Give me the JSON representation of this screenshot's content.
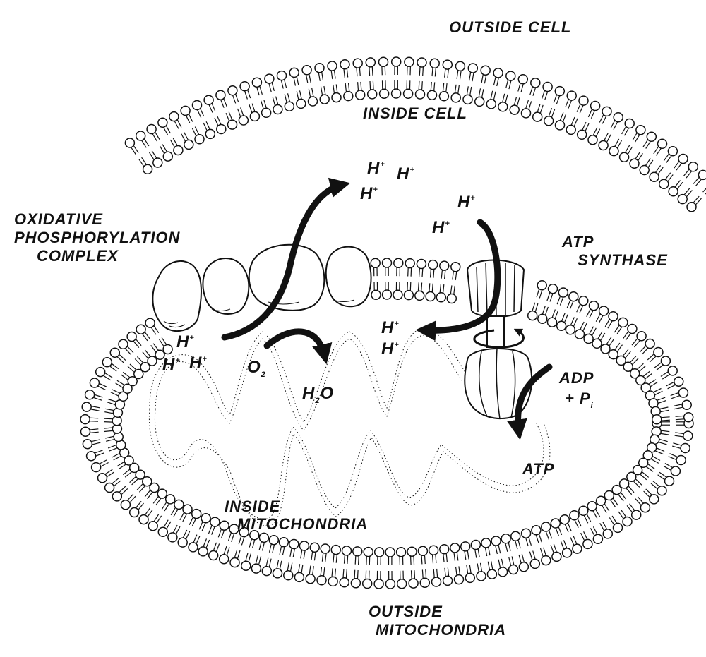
{
  "colors": {
    "ink": "#111111",
    "paper": "#ffffff"
  },
  "labels": {
    "outside_cell": "OUTSIDE CELL",
    "inside_cell": "INSIDE CELL",
    "oxphos": [
      "OXIDATIVE",
      "PHOSPHORYLATION",
      "COMPLEX"
    ],
    "atp_synthase": [
      "ATP",
      "SYNTHASE"
    ],
    "inside_mito": [
      "INSIDE",
      "MITOCHONDRIA"
    ],
    "outside_mito": [
      "OUTSIDE",
      "MITOCHONDRIA"
    ],
    "o2": {
      "base": "O",
      "sub": "2"
    },
    "h2o": {
      "a": "H",
      "sub": "2",
      "b": "O"
    },
    "adp": "ADP",
    "pi": {
      "base": "+ P",
      "sub": "i"
    },
    "atp": "ATP",
    "h": "H",
    "plus": "+"
  },
  "icons": [
    "lipid-bilayer",
    "protein-complex",
    "atp-synthase-motor",
    "flow-arrow",
    "rotation-arrow"
  ]
}
